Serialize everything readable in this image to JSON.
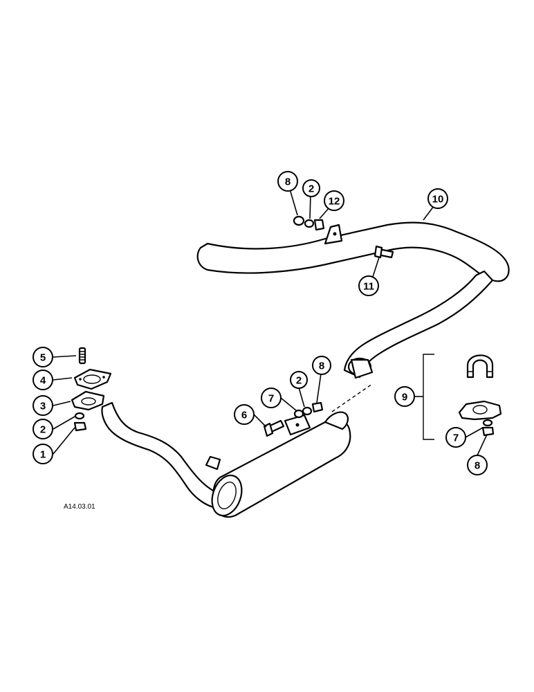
{
  "diagram": {
    "reference_code": "A14.03.01",
    "callouts": [
      {
        "id": "c1",
        "label": "1"
      },
      {
        "id": "c2a",
        "label": "2"
      },
      {
        "id": "c3",
        "label": "3"
      },
      {
        "id": "c4",
        "label": "4"
      },
      {
        "id": "c5",
        "label": "5"
      },
      {
        "id": "c6",
        "label": "6"
      },
      {
        "id": "c7a",
        "label": "7"
      },
      {
        "id": "c2b",
        "label": "2"
      },
      {
        "id": "c8a",
        "label": "8"
      },
      {
        "id": "c9",
        "label": "9"
      },
      {
        "id": "c7b",
        "label": "7"
      },
      {
        "id": "c8b",
        "label": "8"
      },
      {
        "id": "c8c",
        "label": "8"
      },
      {
        "id": "c2c",
        "label": "2"
      },
      {
        "id": "c12",
        "label": "12"
      },
      {
        "id": "c10",
        "label": "10"
      },
      {
        "id": "c11",
        "label": "11"
      }
    ]
  }
}
